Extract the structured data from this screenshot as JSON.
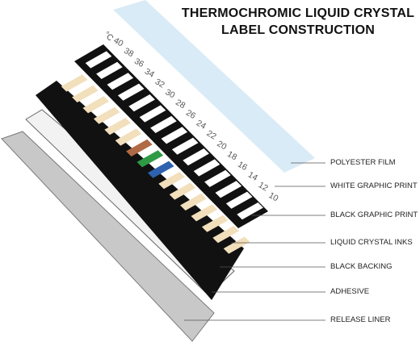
{
  "title": {
    "line1": "THERMOCHROMIC LIQUID CRYSTAL",
    "line2": "LABEL CONSTRUCTION"
  },
  "unit": "°C",
  "temperatures": [
    "40",
    "38",
    "36",
    "34",
    "32",
    "30",
    "28",
    "26",
    "24",
    "22",
    "20",
    "18",
    "16",
    "14",
    "12",
    "10"
  ],
  "layers": [
    {
      "label": "POLYESTER FILM",
      "color": "#d6e9f5"
    },
    {
      "label": "WHITE GRAPHIC PRINT",
      "color": "#ffffff"
    },
    {
      "label": "BLACK GRAPHIC PRINT",
      "color": "#111111"
    },
    {
      "label": "LIQUID CRYSTAL INKS",
      "color": "#f2dfbb"
    },
    {
      "label": "BLACK BACKING",
      "color": "#111111"
    },
    {
      "label": "ADHESIVE",
      "color": "#f2f2f2"
    },
    {
      "label": "RELEASE LINER",
      "color": "#c8c8c8"
    }
  ],
  "ink_colors": {
    "base": "#f2dfbb",
    "active": [
      "#b06a45",
      "#2e9a45",
      "#2e62b0"
    ]
  }
}
